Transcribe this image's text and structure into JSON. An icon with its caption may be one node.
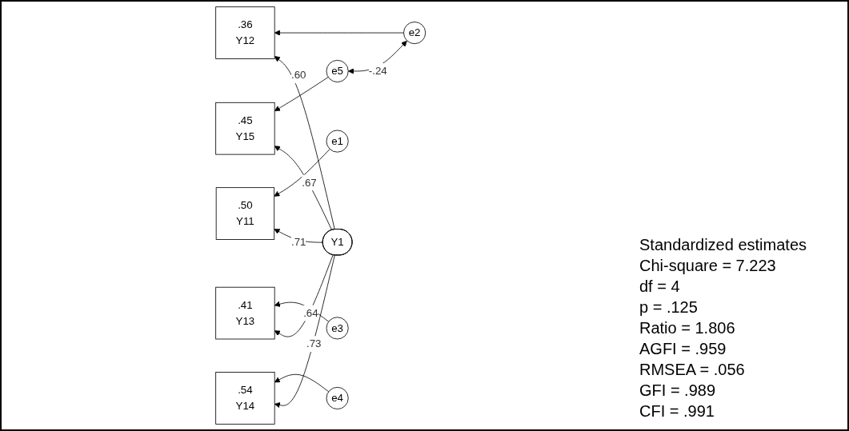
{
  "diagram": {
    "nodes": [
      {
        "text": [
          "e1"
        ]
      },
      {
        "text": [
          ".50",
          "Y11"
        ]
      },
      {
        "text": [
          "e2"
        ]
      },
      {
        "text": [
          ".36",
          "Y12"
        ]
      },
      {
        "text": [
          "e3"
        ]
      },
      {
        "text": [
          ".41",
          "Y13"
        ]
      },
      {
        "text": [
          "Y1"
        ]
      },
      {
        "text": [
          "e4"
        ]
      },
      {
        "text": [
          ".54",
          "Y14"
        ]
      },
      {
        "text": [
          "e5"
        ]
      },
      {
        "text": [
          ".45",
          "Y15"
        ]
      }
    ],
    "edges": [
      {
        "from": 0,
        "to": 1,
        "arrow": "to"
      },
      {
        "from": 2,
        "to": 3,
        "arrow": "to"
      },
      {
        "from": 4,
        "to": 5,
        "arrow": "to"
      },
      {
        "from": 7,
        "to": 8,
        "arrow": "to"
      },
      {
        "from": 9,
        "to": 10,
        "arrow": "to"
      },
      {
        "from": 6,
        "to": 1,
        "arrow": "to",
        "label": ".71"
      },
      {
        "from": 6,
        "to": 3,
        "arrow": "to",
        "label": ".60"
      },
      {
        "from": 6,
        "to": 5,
        "arrow": "to",
        "label": ".64"
      },
      {
        "from": 6,
        "to": 8,
        "arrow": "to",
        "label": ".73"
      },
      {
        "from": 6,
        "to": 10,
        "arrow": "to",
        "label": ".67"
      },
      {
        "from": 2,
        "to": 9,
        "arrow": "both",
        "label": "-.24"
      }
    ],
    "labels": [
      "Standardized estimates",
      "Chi-square = 7.223",
      "df = 4",
      "p = .125",
      "Ratio = 1.806",
      "AGFI = .959",
      "RMSEA = .056",
      "GFI = .989",
      "CFI = .991"
    ]
  }
}
